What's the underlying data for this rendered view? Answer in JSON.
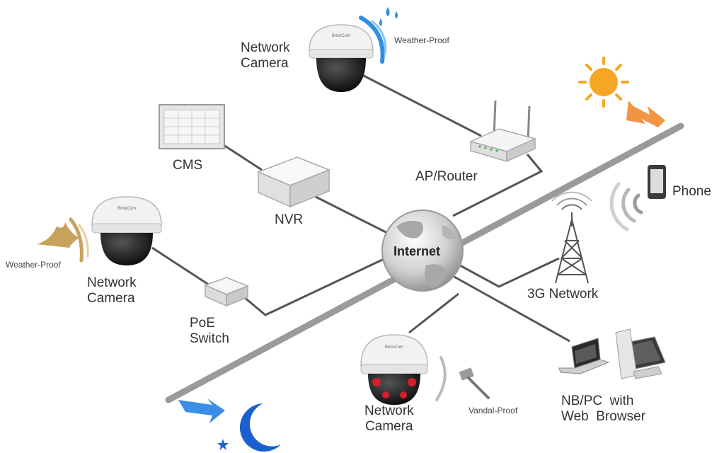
{
  "labels": {
    "camera_top": "Network\nCamera",
    "camera_left": "Network\nCamera",
    "camera_bottom": "Network\nCamera",
    "weather_proof_top": "Weather-Proof",
    "weather_proof_left": "Weather-Proof",
    "vandal_proof": "Vandal-Proof",
    "cms": "CMS",
    "nvr": "NVR",
    "ap_router": "AP/Router",
    "internet": "Internet",
    "poe_switch": "PoE\nSwitch",
    "network_3g": "3G Network",
    "phone": "Phone",
    "nb_pc": "NB/PC  with\nWeb  Browser"
  },
  "brand_mark": "BrickCom",
  "colors": {
    "backbone": "#9a9a9a",
    "link": "#555555",
    "sun": "#f5a623",
    "sun_arrow": "#f08a30",
    "moon": "#1a5fd0",
    "moon_arrow": "#3a8ee8",
    "water": "#2f8fe0",
    "sand": "#c9a25c",
    "globe": "#c8c8c8",
    "camera_body": "#f2f2f2",
    "camera_dome": "#1e1e1e",
    "vandal_red": "#d0202a"
  }
}
